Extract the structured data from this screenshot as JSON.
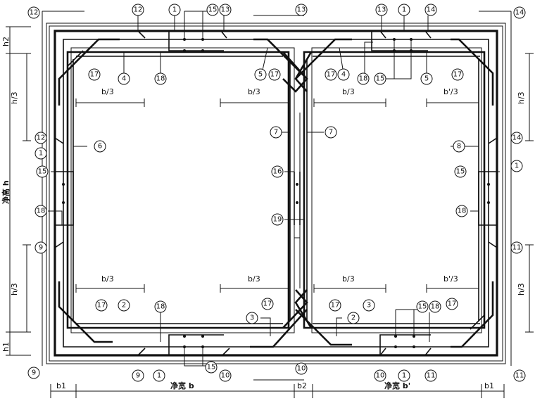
{
  "labels": {
    "b3": "b/3",
    "bp3": "b'/3",
    "h3": "h/3",
    "h": "净高 h",
    "h1": "h1",
    "h2": "h2",
    "b1": "b1",
    "b2": "b2",
    "width_b": "净宽 b",
    "width_bp": "净宽 b'"
  },
  "callouts": {
    "c1": "1",
    "c2": "2",
    "c3": "3",
    "c4": "4",
    "c5": "5",
    "c6": "6",
    "c7": "7",
    "c8": "8",
    "c9": "9",
    "c10": "10",
    "c11": "11",
    "c12": "12",
    "c13": "13",
    "c14": "14",
    "c15": "15",
    "c16": "16",
    "c17": "17",
    "c18": "18",
    "c19": "19"
  }
}
